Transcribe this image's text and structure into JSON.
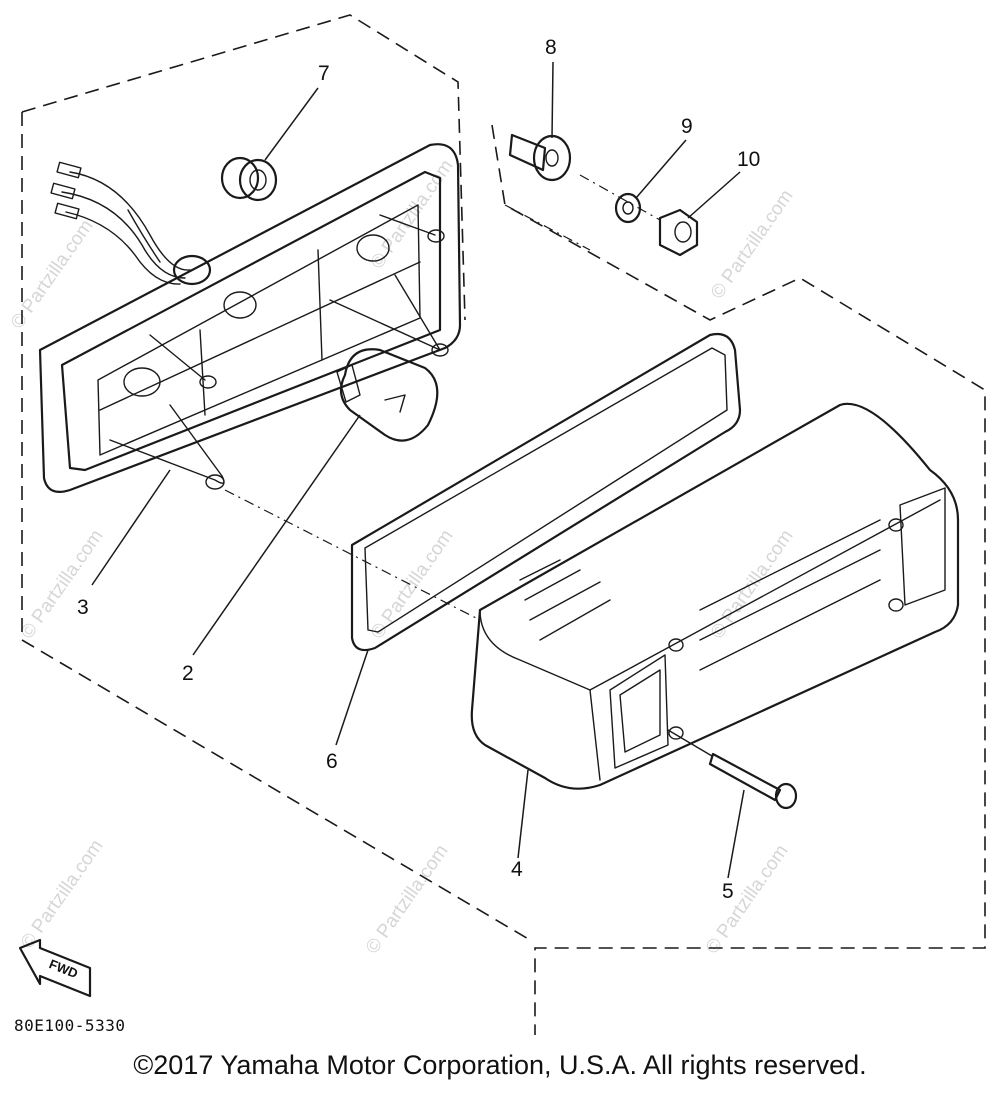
{
  "watermark": {
    "text": "© Partzilla.com"
  },
  "callouts": [
    {
      "id": "1",
      "label": "8"
    },
    {
      "id": "2",
      "label": "7"
    },
    {
      "id": "3",
      "label": "9"
    },
    {
      "id": "4",
      "label": "10"
    },
    {
      "id": "5",
      "label": "3"
    },
    {
      "id": "6",
      "label": "2"
    },
    {
      "id": "7",
      "label": "6"
    },
    {
      "id": "8",
      "label": "4"
    },
    {
      "id": "9",
      "label": "5"
    }
  ],
  "fwd_indicator": {
    "label": "FWD",
    "icon": "fwd-arrow-icon"
  },
  "drawing_code": "80E100-5330",
  "copyright": "©2017 Yamaha Motor Corporation, U.S.A. All rights reserved."
}
